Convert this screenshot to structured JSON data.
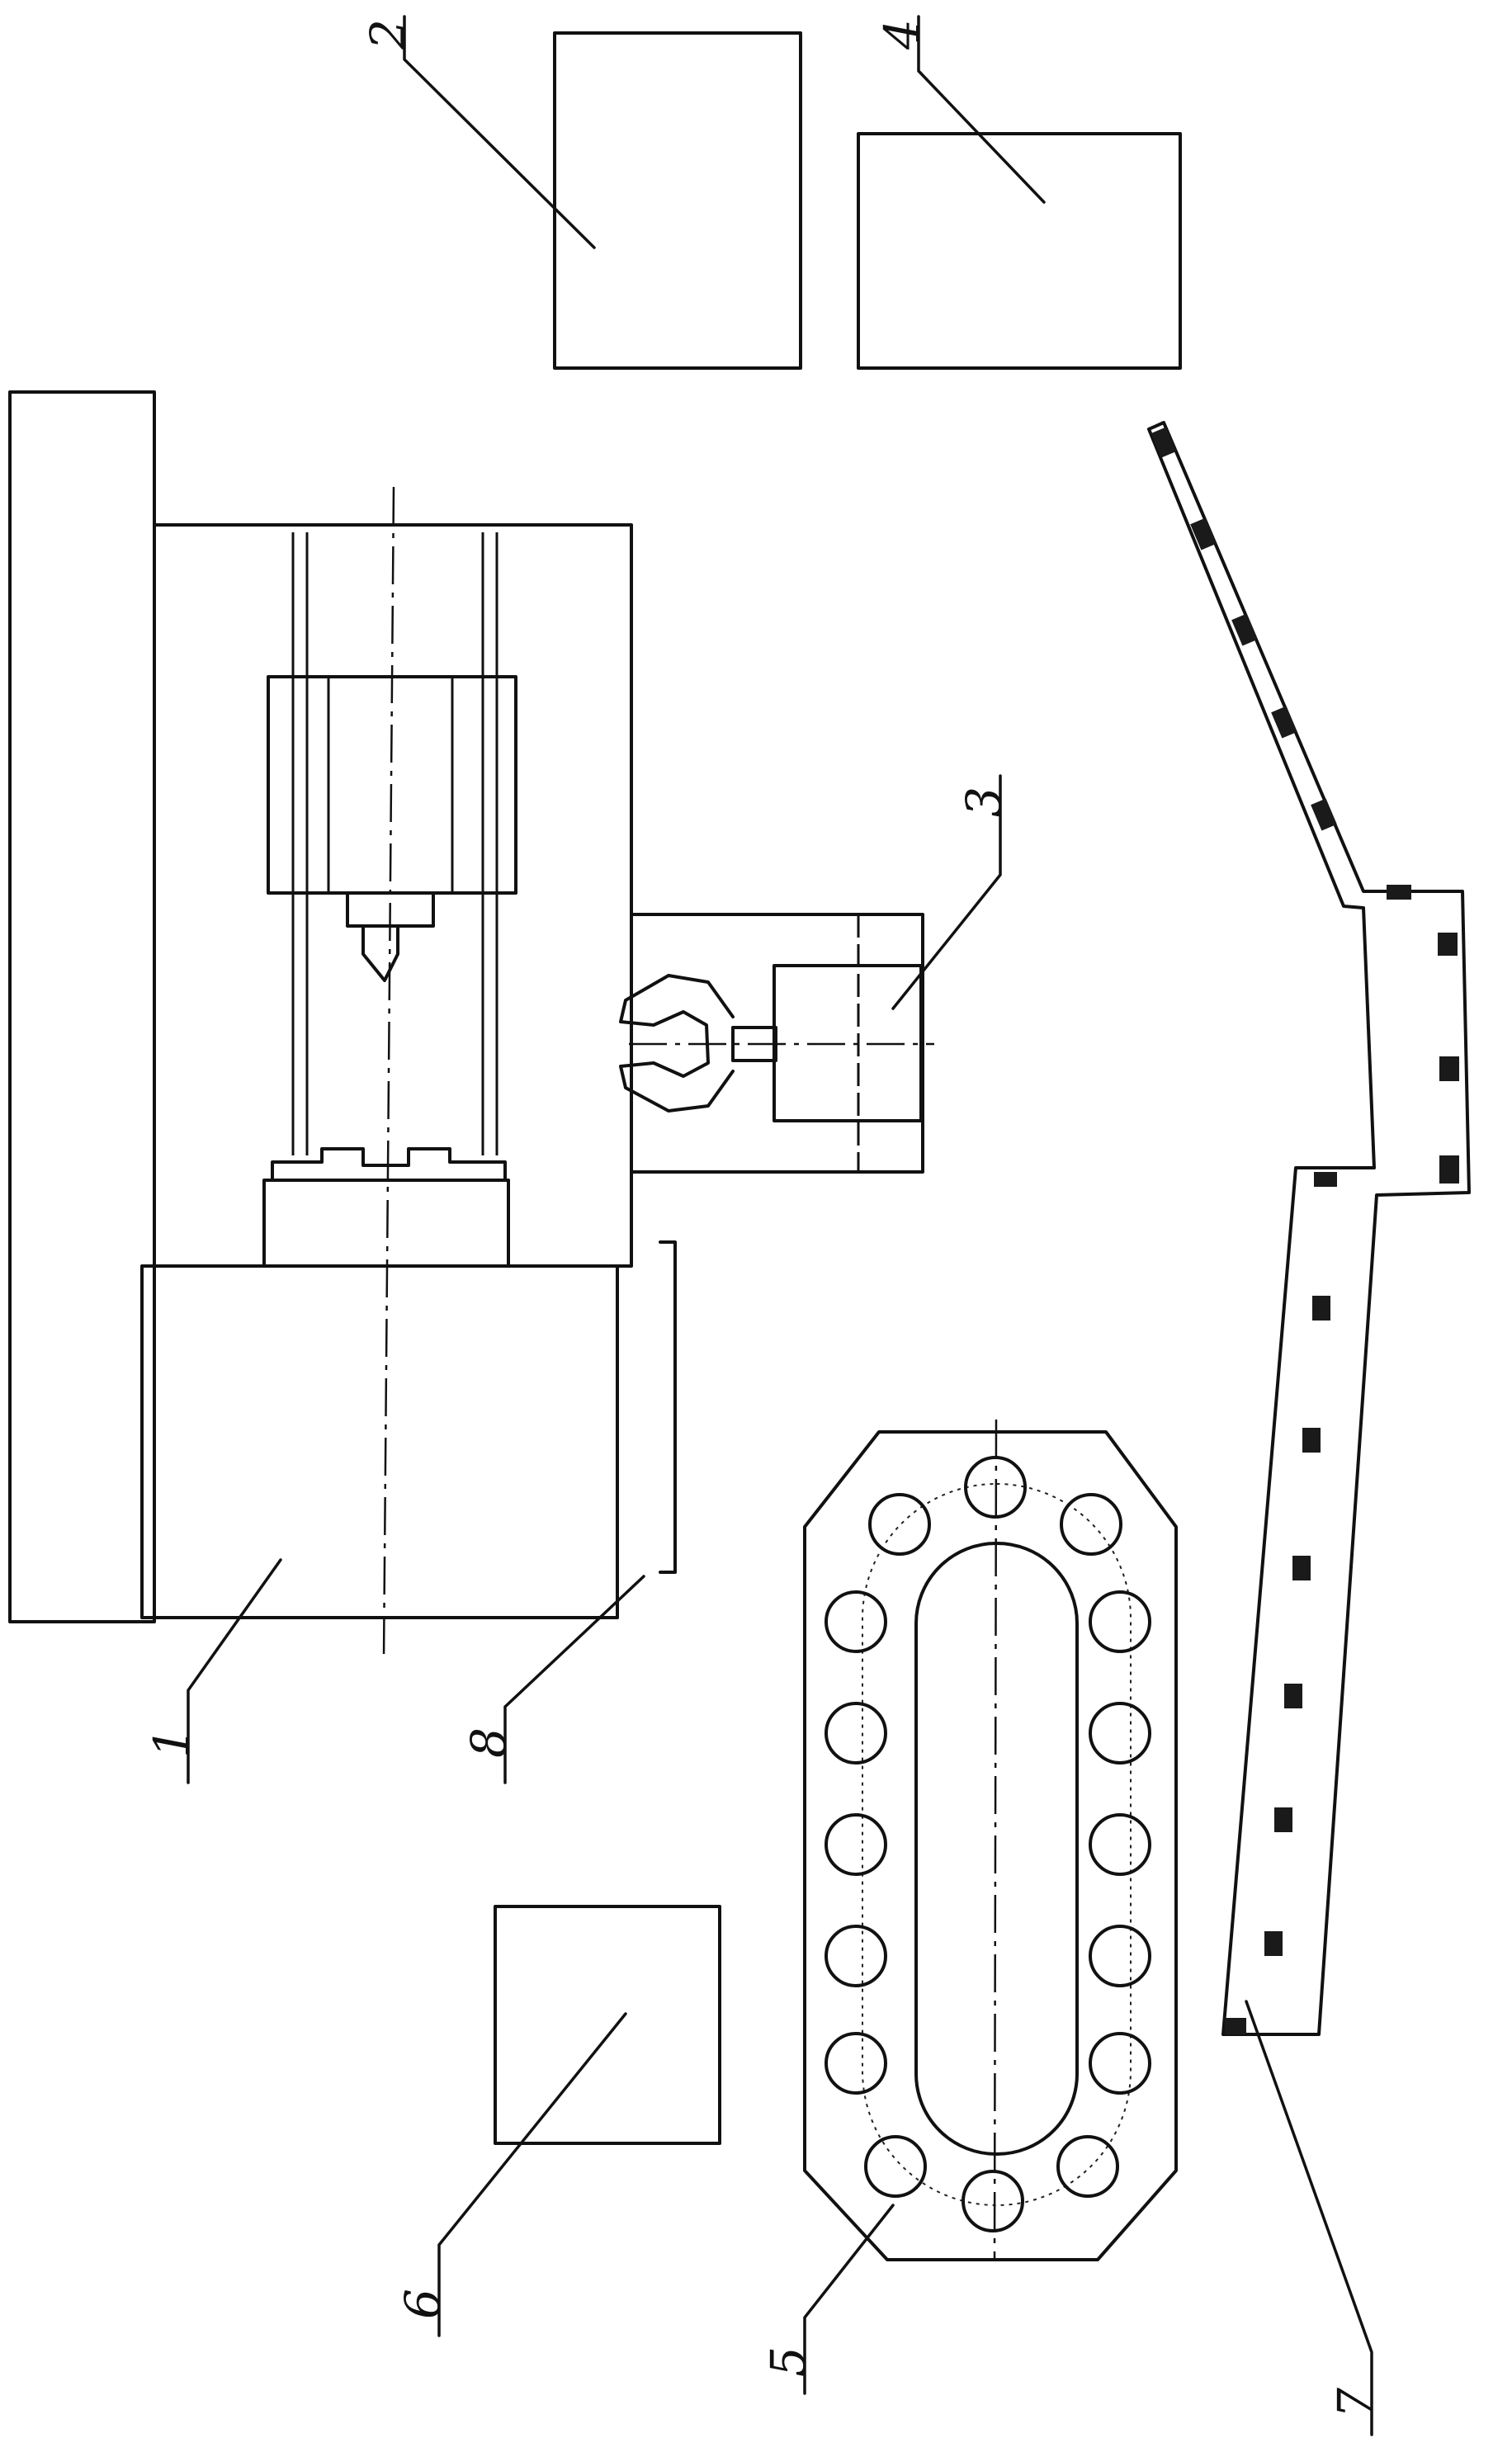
{
  "labels": {
    "machine": "1",
    "box_top_left": "2",
    "gripper": "3",
    "box_top_right": "4",
    "pallet_magazine": "5",
    "box_bottom": "6",
    "conveyor": "7",
    "bracket": "8"
  }
}
